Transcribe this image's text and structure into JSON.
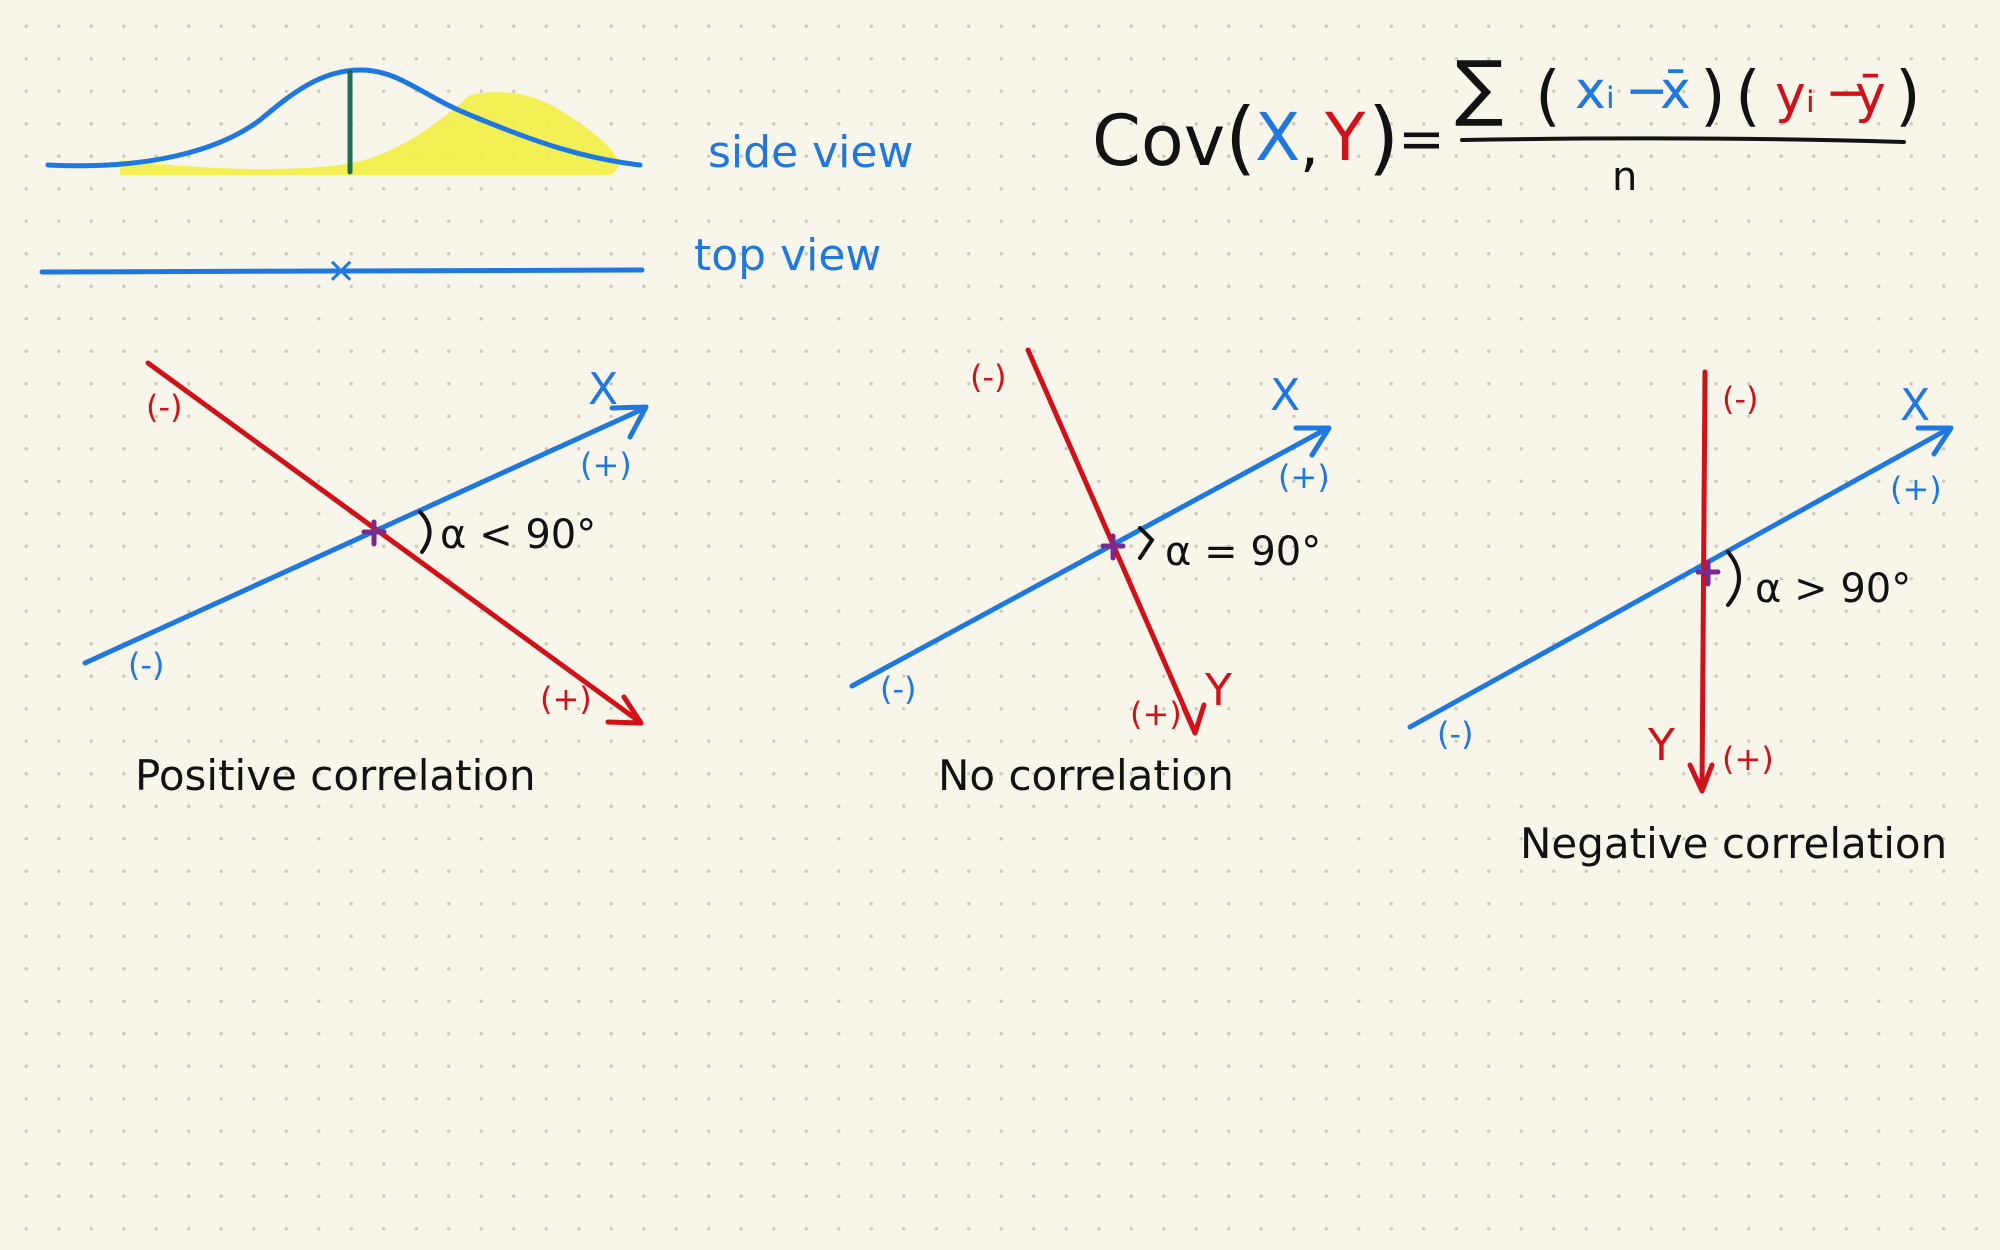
{
  "distribution": {
    "side_view_label": "side view",
    "top_view_label": "top view",
    "center_mark": "×"
  },
  "formula": {
    "lhs_cov": "Cov",
    "lhs_x": "X",
    "lhs_comma": ",",
    "lhs_y": "Y",
    "equals": "=",
    "sigma": "∑",
    "xi": "xᵢ",
    "x_bar": "x̄",
    "yi": "yᵢ",
    "y_bar": "ȳ",
    "minus": "−",
    "denominator": "n"
  },
  "panels": [
    {
      "title": "Positive correlation",
      "angle_label": "α < 90°",
      "x_label": "X",
      "y_label": "",
      "x_neg": "(-)",
      "x_pos": "(+)",
      "y_neg": "(-)",
      "y_pos": "(+)"
    },
    {
      "title": "No correlation",
      "angle_label": "α = 90°",
      "x_label": "X",
      "y_label": "Y",
      "x_neg": "(-)",
      "x_pos": "(+)",
      "y_neg": "(-)",
      "y_pos": "(+)"
    },
    {
      "title": "Negative correlation",
      "angle_label": "α > 90°",
      "x_label": "X",
      "y_label": "Y",
      "x_neg": "(-)",
      "x_pos": "(+)",
      "y_neg": "(-)",
      "y_pos": "(+)"
    }
  ],
  "colors": {
    "paper": "#f8f6ea",
    "x_axis_blue": "#1f78e0",
    "y_axis_red": "#d0111a",
    "ink_black": "#121212",
    "highlight_yellow": "#f2ef3c",
    "origin_purple": "#7a2a8c"
  }
}
